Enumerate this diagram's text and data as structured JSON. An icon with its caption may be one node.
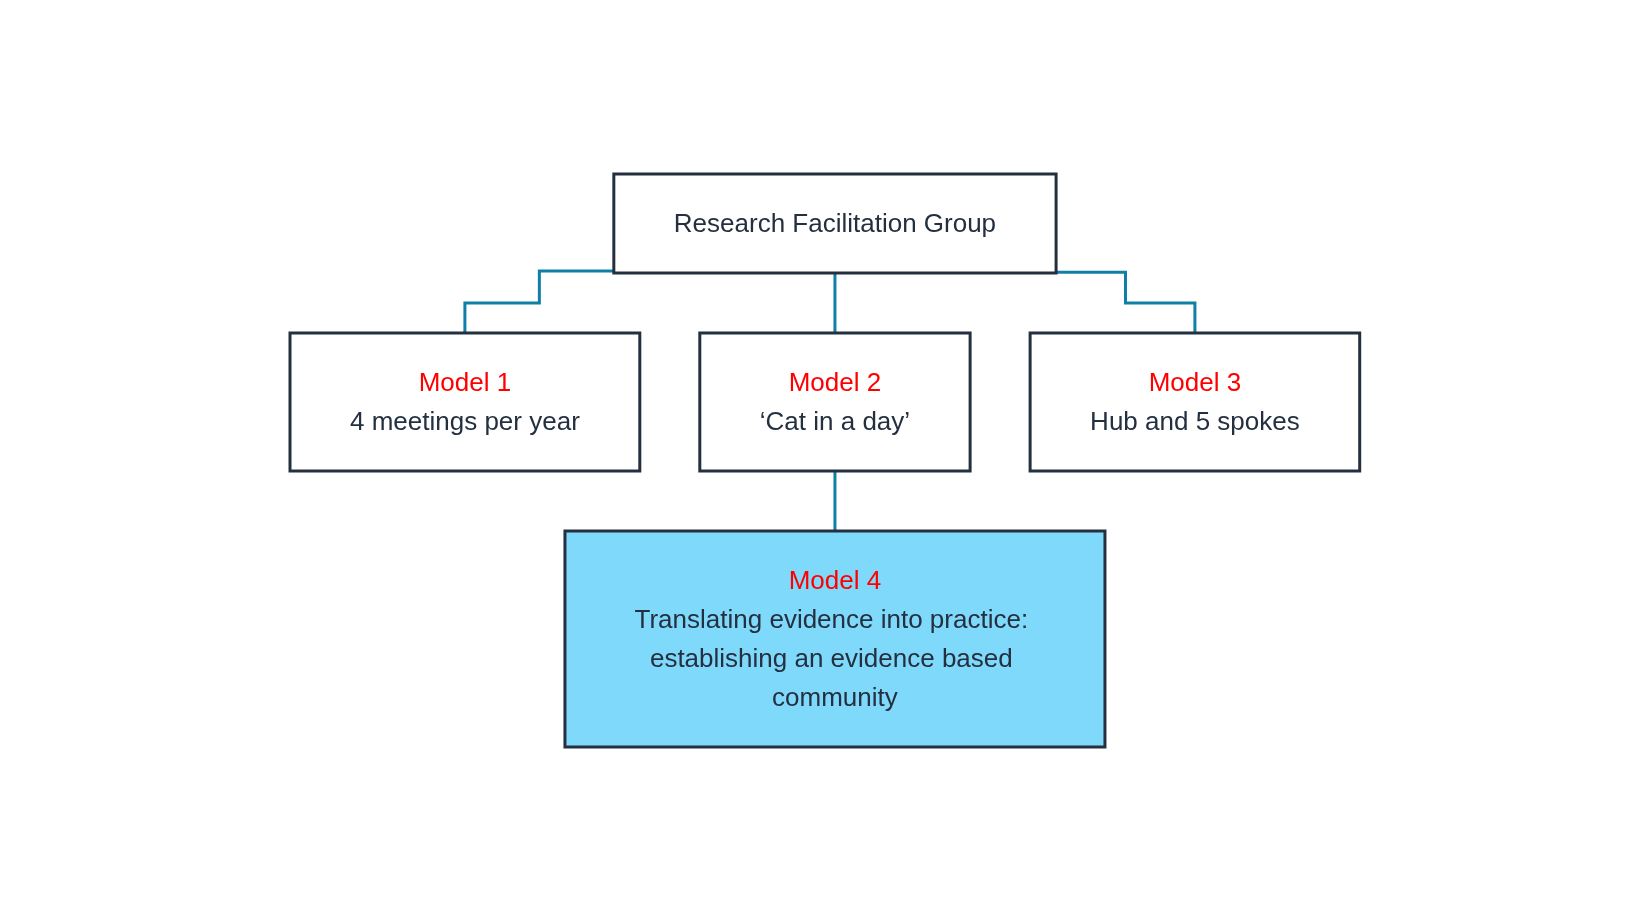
{
  "diagram": {
    "nodes": [
      {
        "text": [
          "Research Facilitation Group"
        ]
      },
      {
        "text": [
          "Model 1",
          "4 meetings per year"
        ]
      },
      {
        "text": [
          "Model 2",
          "‘Cat in a day’"
        ]
      },
      {
        "text": [
          "Model 3",
          "Hub and 5 spokes"
        ]
      },
      {
        "text": [
          "Model 4",
          "Translating evidence into practice: establishing an evidence based community"
        ]
      }
    ],
    "edges": [
      {
        "from": 0,
        "to": 1,
        "arrow": "none"
      },
      {
        "from": 0,
        "to": 2,
        "arrow": "none"
      },
      {
        "from": 0,
        "to": 3,
        "arrow": "none"
      },
      {
        "from": 2,
        "to": 4,
        "arrow": "none"
      }
    ]
  }
}
